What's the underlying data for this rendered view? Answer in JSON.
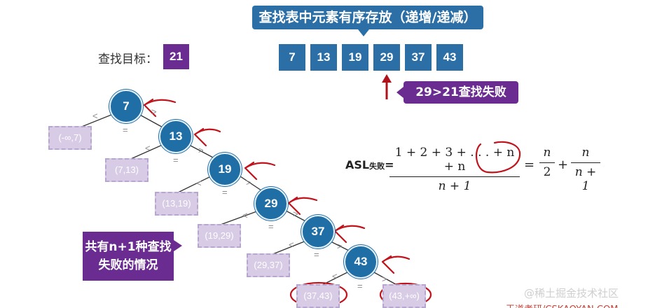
{
  "title": "查找表中元素有序存放（递增/递减）",
  "target": {
    "label": "查找目标：",
    "value": "21"
  },
  "array": [
    "7",
    "13",
    "19",
    "29",
    "37",
    "43"
  ],
  "fail_note": "29>21查找失败",
  "info_note": {
    "line1": "共有n+1种查找",
    "line2": "失败的情况"
  },
  "tree": {
    "nodes": [
      "7",
      "13",
      "19",
      "29",
      "37",
      "43"
    ],
    "leaves": [
      "(-∞,7)",
      "(7,13)",
      "(13,19)",
      "(19,29)",
      "(29,37)",
      "(37,43)",
      "(43,+∞)"
    ],
    "lt": "<",
    "gt": ">",
    "eq": "="
  },
  "formula": {
    "label": "ASL",
    "label_sub": "失败",
    "eq": "=",
    "numerator": "1 + 2 + 3 + . . . + n + n",
    "denominator": "n + 1",
    "equals": "=",
    "term1_num": "n",
    "term1_den": "2",
    "plus": "+",
    "term2_num": "n",
    "term2_den": "n + 1"
  },
  "watermark": "@稀土掘金技术社区",
  "footer": "王道考研/CSKAOYAN.COM",
  "colors": {
    "blue": "#2b6fa6",
    "purple": "#6a2c91",
    "leaf": "#d8cbe6",
    "annotation_red": "#c0131b"
  }
}
